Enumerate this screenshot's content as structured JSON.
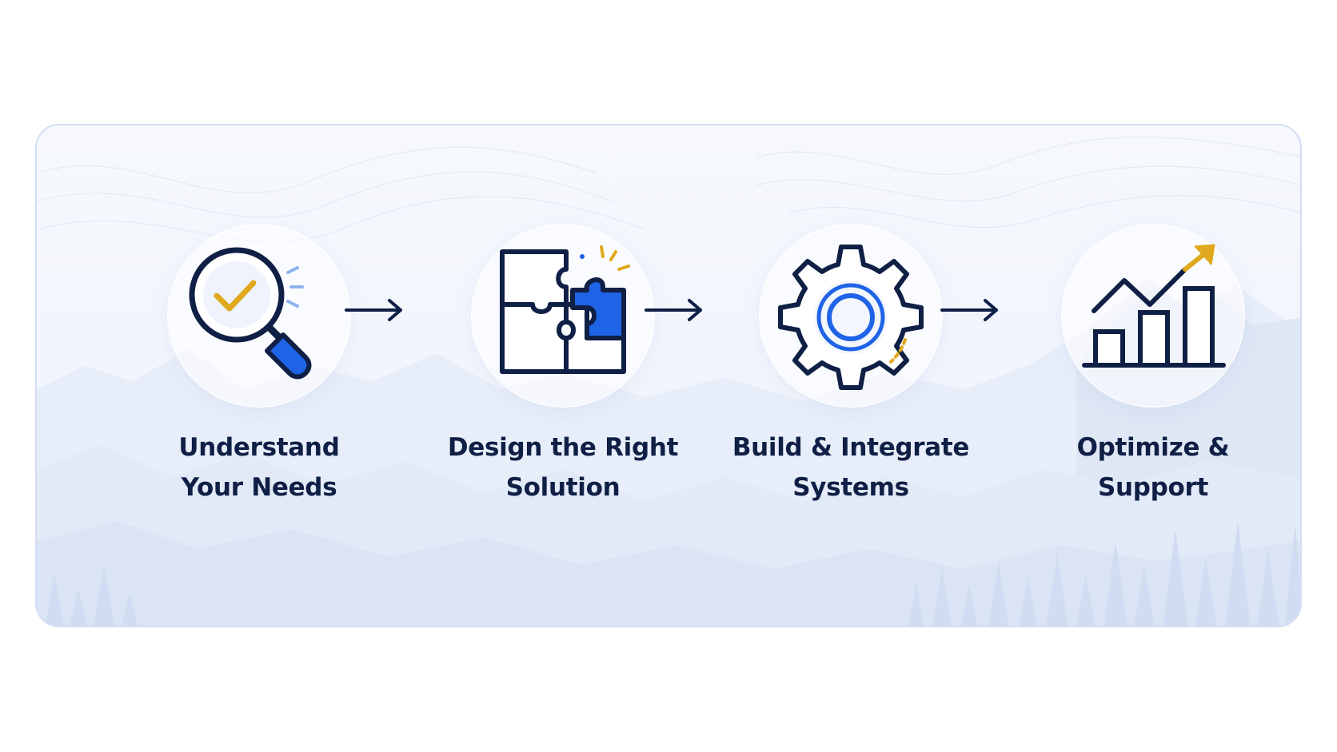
{
  "steps": [
    {
      "line1": "Understand",
      "line2": "Your Needs",
      "icon": "magnifier-check-icon"
    },
    {
      "line1": "Design the Right",
      "line2": "Solution",
      "icon": "puzzle-icon"
    },
    {
      "line1": "Build & Integrate",
      "line2": "Systems",
      "icon": "gear-icon"
    },
    {
      "line1": "Optimize &",
      "line2": "Support",
      "icon": "growth-chart-icon"
    }
  ],
  "colors": {
    "navy": "#0f1f45",
    "blue": "#1f63e6",
    "gold": "#e0a81c",
    "card_border": "#d3def4"
  }
}
